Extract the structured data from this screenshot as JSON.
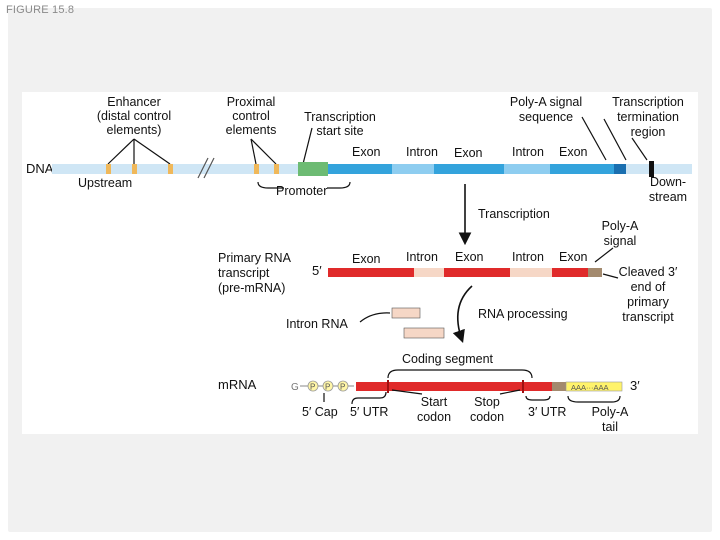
{
  "figure_label": "FIGURE 15.8",
  "labels": {
    "enhancer": [
      "Enhancer",
      "(distal control",
      "elements)"
    ],
    "proximal": [
      "Proximal",
      "control",
      "elements"
    ],
    "tss": [
      "Transcription",
      "start site"
    ],
    "polya_seq": [
      "Poly-A signal",
      "sequence"
    ],
    "term_region": [
      "Transcription",
      "termination",
      "region"
    ],
    "dna": "DNA",
    "upstream": "Upstream",
    "downstream": [
      "Down-",
      "stream"
    ],
    "promoter": "Promoter",
    "dna_exon1": "Exon",
    "dna_intron1": "Intron",
    "dna_exon2": "Exon",
    "dna_intron2": "Intron",
    "dna_exon3": "Exon",
    "transcription": "Transcription",
    "polya_signal": [
      "Poly-A",
      "signal"
    ],
    "primary_rna": [
      "Primary RNA",
      "transcript",
      "(pre-mRNA)"
    ],
    "five_prime_pre": "5′",
    "rna_exon1": "Exon",
    "rna_intron1": "Intron",
    "rna_exon2": "Exon",
    "rna_intron2": "Intron",
    "rna_exon3": "Exon",
    "cleaved": [
      "Cleaved 3′",
      "end of",
      "primary",
      "transcript"
    ],
    "rna_processing": "RNA processing",
    "intron_rna": "Intron RNA",
    "coding_segment": "Coding segment",
    "mrna": "mRNA",
    "cap_g": "G",
    "cap_p": "P",
    "polya_text": "AAA···AAA",
    "three_prime": "3′",
    "five_cap": "5′ Cap",
    "five_utr": "5′ UTR",
    "start_codon": [
      "Start",
      "codon"
    ],
    "stop_codon": [
      "Stop",
      "codon"
    ],
    "three_utr": "3′ UTR",
    "polya_tail": [
      "Poly-A",
      "tail"
    ]
  },
  "colors": {
    "dna_strand": "#cfe6f5",
    "exon_dna": "#33a3dc",
    "intron_dna": "#8ecdf0",
    "promoter": "#6dbb73",
    "control_element": "#f0b85a",
    "terminator": "#111111",
    "rna_exon": "#e02a2a",
    "rna_intron": "#f6d7c6",
    "polya_signal_rna": "#a38a6e",
    "polya_tail_fill": "#fff36b"
  }
}
